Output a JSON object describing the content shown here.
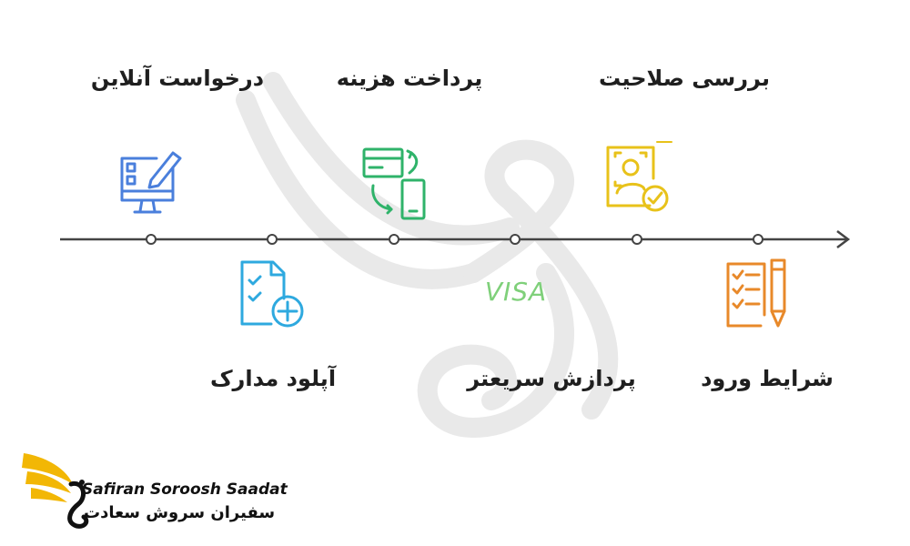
{
  "steps_top": [
    {
      "label": "درخواست آنلاین",
      "icon": "monitor-edit-icon",
      "color": "#4a7fdc"
    },
    {
      "label": "پرداخت هزینه",
      "icon": "card-phone-exchange-icon",
      "color": "#2fb36a"
    },
    {
      "label": "بررسی صلاحیت",
      "icon": "id-check-icon",
      "color": "#e8c21a"
    }
  ],
  "steps_bottom": [
    {
      "label": "آپلود مدارک",
      "icon": "document-plus-icon",
      "color": "#2ea9df"
    },
    {
      "label": "پردازش سریعتر",
      "icon": "visa-icon",
      "color": "#7fd07a",
      "text": "VISA"
    },
    {
      "label": "شرایط ورود",
      "icon": "checklist-pen-icon",
      "color": "#e8892a"
    }
  ],
  "timeline_color": "#444444",
  "brand": {
    "name_en": "Safiran Soroosh Saadat",
    "name_fa": "سفیران سروش سعادت",
    "accent": "#f2b705"
  }
}
